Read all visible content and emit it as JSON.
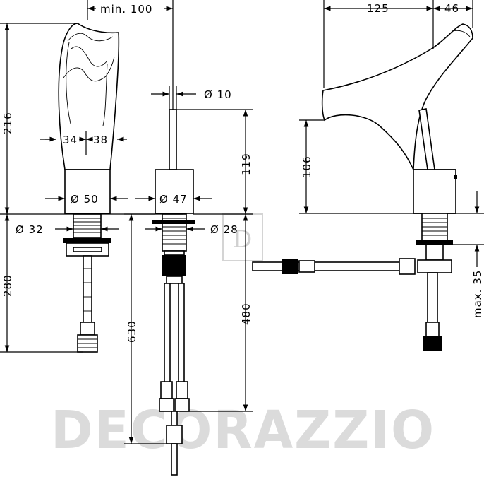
{
  "watermark": {
    "text": "DECORAZZIO",
    "monogram": "D"
  },
  "dimensions": {
    "min_100": "min. 100",
    "d125": "125",
    "d46": "46",
    "d216": "216",
    "d34": "34",
    "d38": "38",
    "d_phi10": "Ø 10",
    "d119": "119",
    "d106": "106",
    "d_phi50": "Ø 50",
    "d_phi47": "Ø 47",
    "d_phi32": "Ø 32",
    "d_phi28": "Ø 28",
    "d280": "280",
    "d630": "630",
    "d480": "480",
    "max35": "max. 35"
  }
}
